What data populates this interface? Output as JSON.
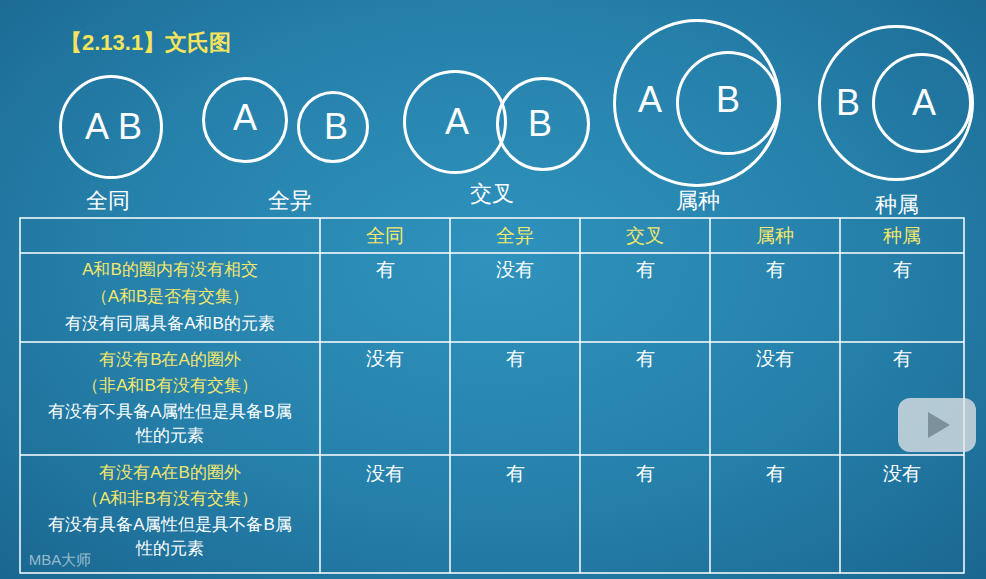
{
  "diagram": {
    "title": "【2.13.1】文氏图",
    "nodes": [
      {
        "text": [
          "A",
          "B"
        ]
      },
      {
        "text": [
          "A"
        ]
      },
      {
        "text": [
          "B"
        ]
      },
      {
        "text": [
          "A"
        ]
      },
      {
        "text": [
          "B"
        ]
      },
      {
        "text": [
          "A"
        ]
      },
      {
        "text": [
          "B"
        ],
        "in": 5
      },
      {
        "text": [
          "B"
        ]
      },
      {
        "text": [
          "A"
        ],
        "in": 7
      }
    ],
    "labels": [
      "全同",
      "全异",
      "交叉",
      "属种",
      "种属",
      "全同",
      "全异",
      "交叉",
      "属种",
      "种属",
      "A和B的圈内有没有相交",
      "（A和B是否有交集）",
      "有没有同属具备A和B的元素",
      "有没有B在A的圈外",
      "（非A和B有没有交集）",
      "有没有不具备A属性但是具备B属性的元素",
      "有没有A在B的圈外",
      "（A和非B有没有交集）",
      "有没有具备A属性但是具不备B属性的元素",
      "有",
      "没有",
      "有",
      "有",
      "有",
      "没有",
      "有",
      "有",
      "没有",
      "有",
      "没有",
      "有",
      "有",
      "有",
      "没有",
      "MBA大师"
    ]
  }
}
